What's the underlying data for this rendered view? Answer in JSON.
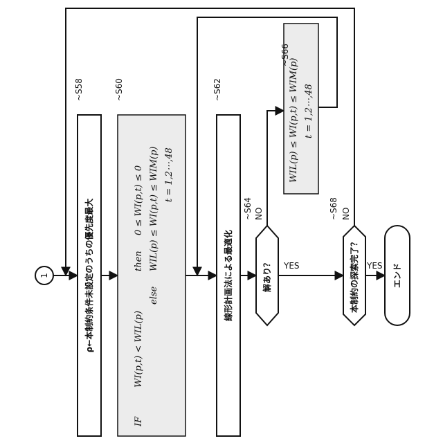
{
  "connector": "1",
  "steps": {
    "s58": {
      "label": "~S58",
      "text": "ρ←本制約条件未設定のうちの優先度最大"
    },
    "s60": {
      "label": "~S60",
      "if_kw": "IF",
      "cond": "WI(p,t) < WIL(p)",
      "then_kw": "then",
      "then_expr": "0 ≤ WI(p,t) ≤ 0",
      "else_kw": "else",
      "else_expr": "WIL(p) ≤ WI(p,t) ≤ WIM(p)",
      "range": "t = 1,2⋯,48"
    },
    "s62": {
      "label": "~S62",
      "text": "線形計画法による最適化"
    },
    "s64": {
      "label": "~S64",
      "text": "解あり？",
      "no": "NO",
      "yes": "YES"
    },
    "s66": {
      "label": "~S66",
      "expr": "WIL(p) ≤ WI(p,t) ≤ WIM(p)",
      "range": "t = 1,2⋯,48"
    },
    "s68": {
      "label": "~S68",
      "text": "本制約の探索完了？",
      "no": "NO",
      "yes": "YES"
    },
    "end": {
      "text": "エンド"
    }
  }
}
